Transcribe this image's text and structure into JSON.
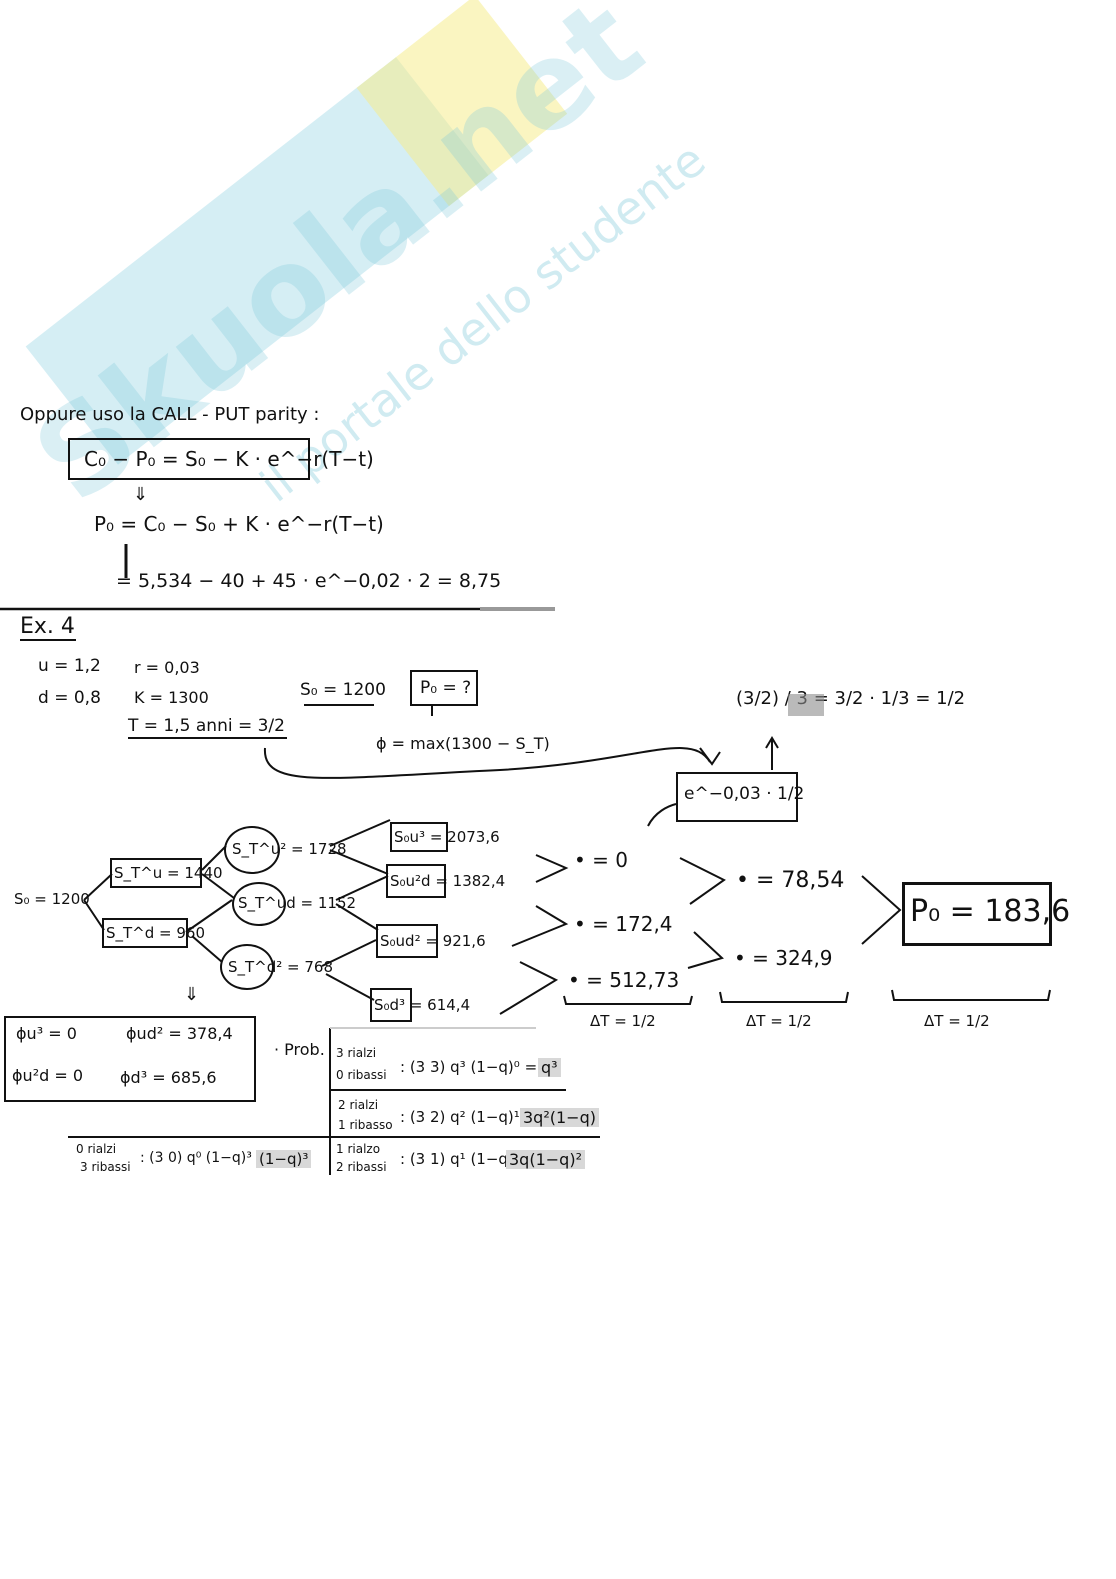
{
  "watermark": {
    "brand": "Skuola.net",
    "tagline": "il portale dello studente",
    "colors": {
      "teal": "#86cfe0",
      "yellow": "#f6ec8e"
    }
  },
  "parity": {
    "heading": "Oppure uso la CALL - PUT parity :",
    "boxed_formula": "C₀ − P₀ = S₀ − K · e^−r(T−t)",
    "arrow": "⇓",
    "rearranged": "P₀ = C₀ − S₀ + K · e^−r(T−t)",
    "computation": "= 5,534 − 40 + 45 · e^−0,02 · 2 = 8,75"
  },
  "ex4": {
    "title": "Ex. 4",
    "params": {
      "u": "u = 1,2",
      "d": "d = 0,8",
      "r": "r = 0,03",
      "k": "K = 1300",
      "t": "T = 1,5 anni = 3/2",
      "s0": "S₀ = 1200",
      "p0_question": "P₀ = ?",
      "payoff": "ϕ = max(1300 − S_T)"
    },
    "dt_calc": "(3/2) / 3 = 3/2 · 1/3 = 1/2",
    "discount_box": "e^−0,03 · 1/2",
    "tree": {
      "root": "S₀ = 1200",
      "level1": [
        "S_T^u = 1440",
        "S_T^d = 960"
      ],
      "level2": [
        "S_T^u² = 1728",
        "S_T^ud = 1152",
        "S_T^d² = 768"
      ],
      "level3": [
        "S₀u³ = 2073,6",
        "S₀u²d = 1382,4",
        "S₀ud² = 921,6",
        "S₀d³ = 614,4"
      ],
      "payoff_nodes": [
        "• = 0",
        "• = 172,4",
        "• = 512,73"
      ],
      "level_back": [
        "• = 78,54",
        "• = 324,9"
      ],
      "result": "P₀ = 183,6",
      "dt_labels": [
        "ΔT = 1/2",
        "ΔT = 1/2",
        "ΔT = 1/2"
      ]
    },
    "payoffs_box": {
      "phi_u3": "ϕu³ = 0",
      "phi_ud2": "ϕud² = 378,4",
      "phi_u2d": "ϕu²d = 0",
      "phi_d3": "ϕd³ = 685,6"
    },
    "prob": {
      "label": "· Prob.",
      "rows": [
        {
          "cond": [
            "3 rialzi",
            "0 ribassi"
          ],
          "formula": ": (3 3) q³ (1−q)⁰ =",
          "result": "q³"
        },
        {
          "cond": [
            "2 rialzi",
            "1 ribasso"
          ],
          "formula": ": (3 2) q² (1−q)¹ =",
          "result": "3q²(1−q)"
        },
        {
          "cond": [
            "1 rialzo",
            "2 ribassi"
          ],
          "formula": ": (3 1) q¹ (1−q)² =",
          "result": "3q(1−q)²"
        },
        {
          "cond": [
            "0 rialzi",
            "3 ribassi"
          ],
          "formula": ": (3 0) q⁰ (1−q)³ =",
          "result": "(1−q)³"
        }
      ]
    }
  }
}
